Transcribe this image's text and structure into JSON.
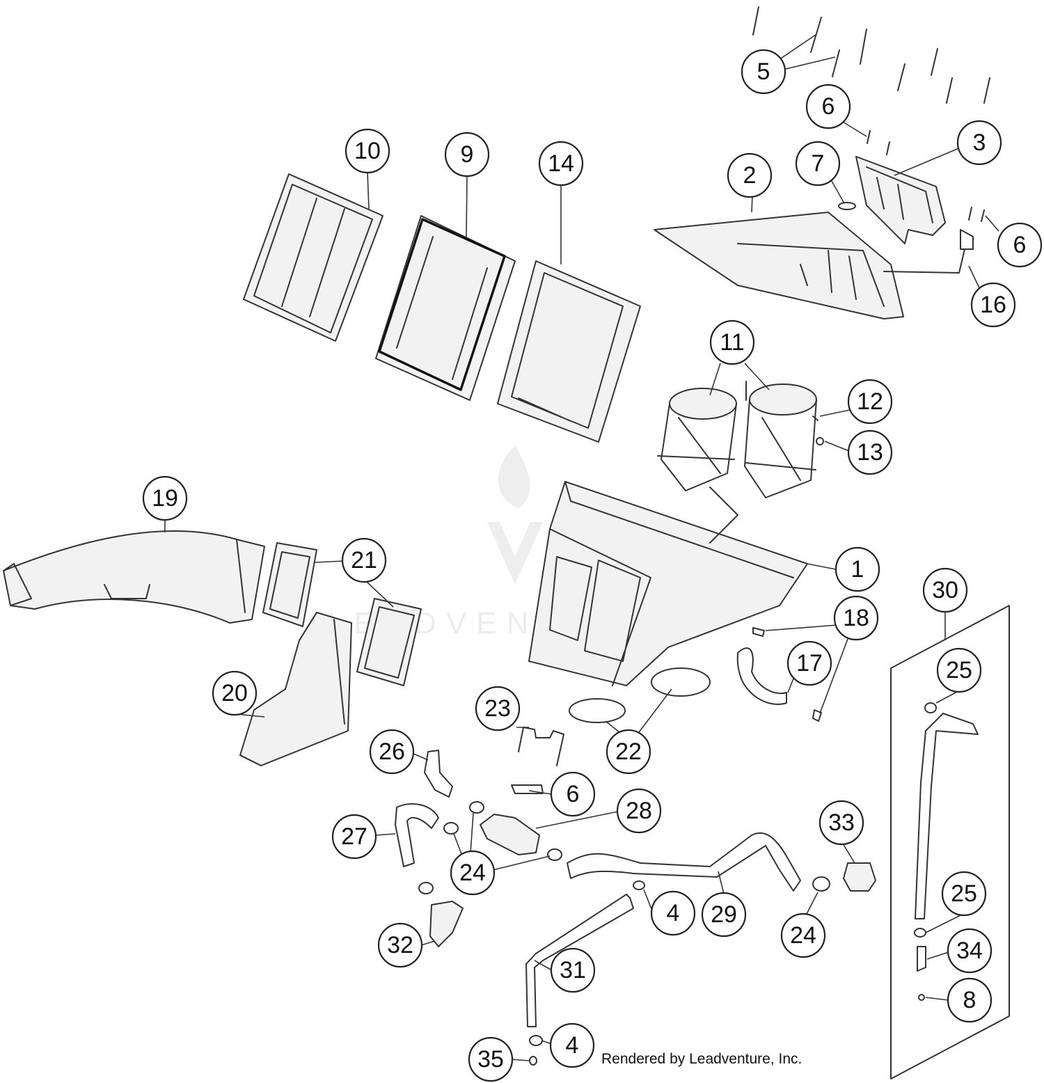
{
  "credit": "Rendered by Leadventure, Inc.",
  "watermark": {
    "text": "LEADVENTURE",
    "color": "#eeeeee"
  },
  "callouts": [
    {
      "id": "c1",
      "label": "1"
    },
    {
      "id": "c2",
      "label": "2"
    },
    {
      "id": "c3",
      "label": "3"
    },
    {
      "id": "c4a",
      "label": "4"
    },
    {
      "id": "c4b",
      "label": "4"
    },
    {
      "id": "c5",
      "label": "5"
    },
    {
      "id": "c6a",
      "label": "6"
    },
    {
      "id": "c6b",
      "label": "6"
    },
    {
      "id": "c6c",
      "label": "6"
    },
    {
      "id": "c7",
      "label": "7"
    },
    {
      "id": "c8",
      "label": "8"
    },
    {
      "id": "c9",
      "label": "9"
    },
    {
      "id": "c10",
      "label": "10"
    },
    {
      "id": "c11",
      "label": "11"
    },
    {
      "id": "c12",
      "label": "12"
    },
    {
      "id": "c13",
      "label": "13"
    },
    {
      "id": "c14",
      "label": "14"
    },
    {
      "id": "c16",
      "label": "16"
    },
    {
      "id": "c17",
      "label": "17"
    },
    {
      "id": "c18",
      "label": "18"
    },
    {
      "id": "c19",
      "label": "19"
    },
    {
      "id": "c20",
      "label": "20"
    },
    {
      "id": "c21",
      "label": "21"
    },
    {
      "id": "c22",
      "label": "22"
    },
    {
      "id": "c23",
      "label": "23"
    },
    {
      "id": "c24a",
      "label": "24"
    },
    {
      "id": "c24b",
      "label": "24"
    },
    {
      "id": "c25a",
      "label": "25"
    },
    {
      "id": "c25b",
      "label": "25"
    },
    {
      "id": "c26",
      "label": "26"
    },
    {
      "id": "c27",
      "label": "27"
    },
    {
      "id": "c28",
      "label": "28"
    },
    {
      "id": "c29",
      "label": "29"
    },
    {
      "id": "c30",
      "label": "30"
    },
    {
      "id": "c31",
      "label": "31"
    },
    {
      "id": "c32",
      "label": "32"
    },
    {
      "id": "c33",
      "label": "33"
    },
    {
      "id": "c34",
      "label": "34"
    },
    {
      "id": "c35",
      "label": "35"
    }
  ]
}
